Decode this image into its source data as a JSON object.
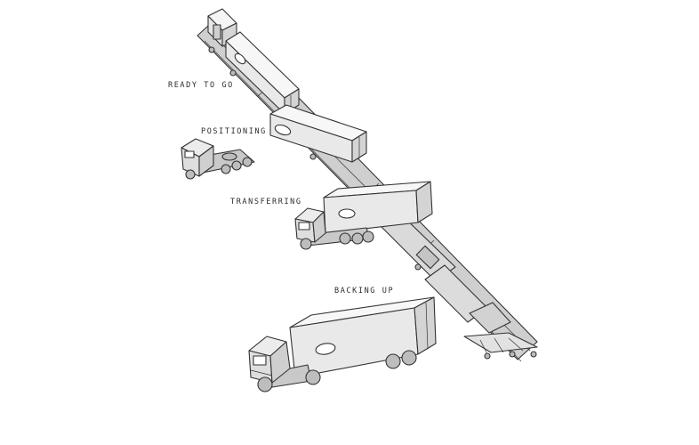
{
  "labels": {
    "ready": "READY TO GO",
    "positioning": "POSITIONING",
    "transferring": "TRANSFERRING",
    "backing_up": "BACKING UP"
  },
  "colors": {
    "ink": "#333333",
    "trailer_side": "#e9e9e9",
    "trailer_top": "#f7f7f7",
    "trailer_end": "#d4d4d4",
    "cab": "#dedede",
    "deck": "#c9c9c9",
    "wheel": "#bdbdbd"
  }
}
